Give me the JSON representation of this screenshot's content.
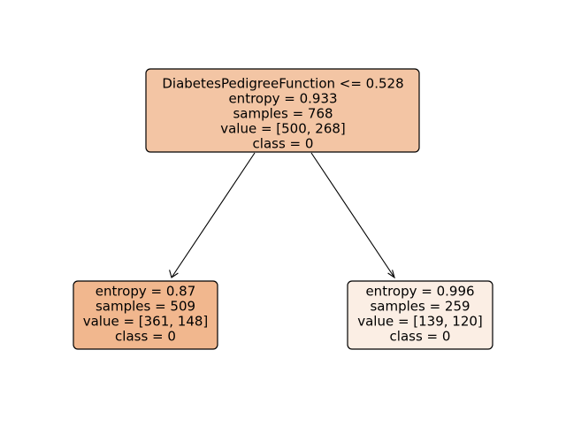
{
  "tree": {
    "root": {
      "split": "DiabetesPedigreeFunction <= 0.528",
      "entropy": "entropy = 0.933",
      "samples": "samples = 768",
      "value": "value = [500, 268]",
      "class": "class = 0",
      "fill": "#f3c5a4"
    },
    "left": {
      "entropy": "entropy = 0.87",
      "samples": "samples = 509",
      "value": "value = [361, 148]",
      "class": "class = 0",
      "fill": "#f1b78e"
    },
    "right": {
      "entropy": "entropy = 0.996",
      "samples": "samples = 259",
      "value": "value = [139, 120]",
      "class": "class = 0",
      "fill": "#fbeee4"
    }
  }
}
